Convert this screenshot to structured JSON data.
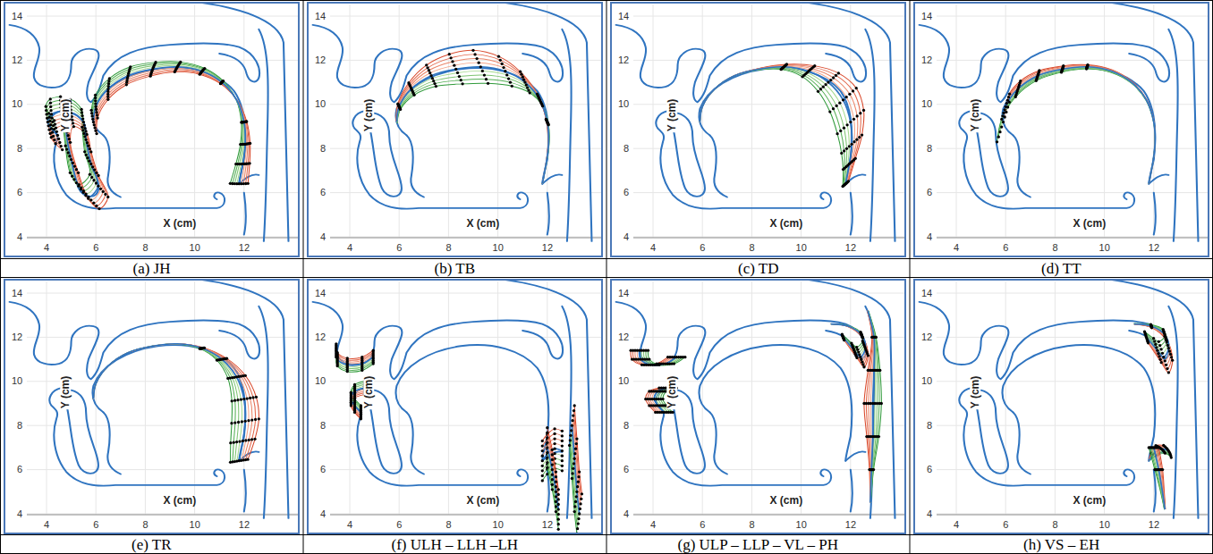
{
  "diagram": {
    "labels": [
      "14",
      "12",
      "10",
      "8",
      "6",
      "4",
      "4",
      "6",
      "8",
      "10",
      "12",
      "Y (cm)",
      "X (cm)",
      "(a) JH",
      "14",
      "12",
      "10",
      "8",
      "6",
      "4",
      "4",
      "6",
      "8",
      "10",
      "12",
      "Y (cm)",
      "X (cm)",
      "(b) TB",
      "14",
      "12",
      "10",
      "8",
      "6",
      "4",
      "4",
      "6",
      "8",
      "10",
      "12",
      "Y (cm)",
      "X (cm)",
      "(c) TD",
      "14",
      "12",
      "10",
      "8",
      "6",
      "4",
      "4",
      "6",
      "8",
      "10",
      "12",
      "Y (cm)",
      "X (cm)",
      "(d) TT",
      "14",
      "12",
      "10",
      "8",
      "6",
      "4",
      "4",
      "6",
      "8",
      "10",
      "12",
      "Y (cm)",
      "X (cm)",
      "(e) TR",
      "14",
      "12",
      "10",
      "8",
      "6",
      "4",
      "4",
      "6",
      "8",
      "10",
      "12",
      "Y (cm)",
      "X (cm)",
      "(f) ULH – LLH –LH",
      "14",
      "12",
      "10",
      "8",
      "6",
      "4",
      "4",
      "6",
      "8",
      "10",
      "12",
      "Y (cm)",
      "X (cm)",
      "(g) ULP – LLP – VL – PH",
      "14",
      "12",
      "10",
      "8",
      "6",
      "4",
      "4",
      "6",
      "8",
      "10",
      "12",
      "Y (cm)",
      "X (cm)",
      "(h) VS – EH"
    ]
  }
}
